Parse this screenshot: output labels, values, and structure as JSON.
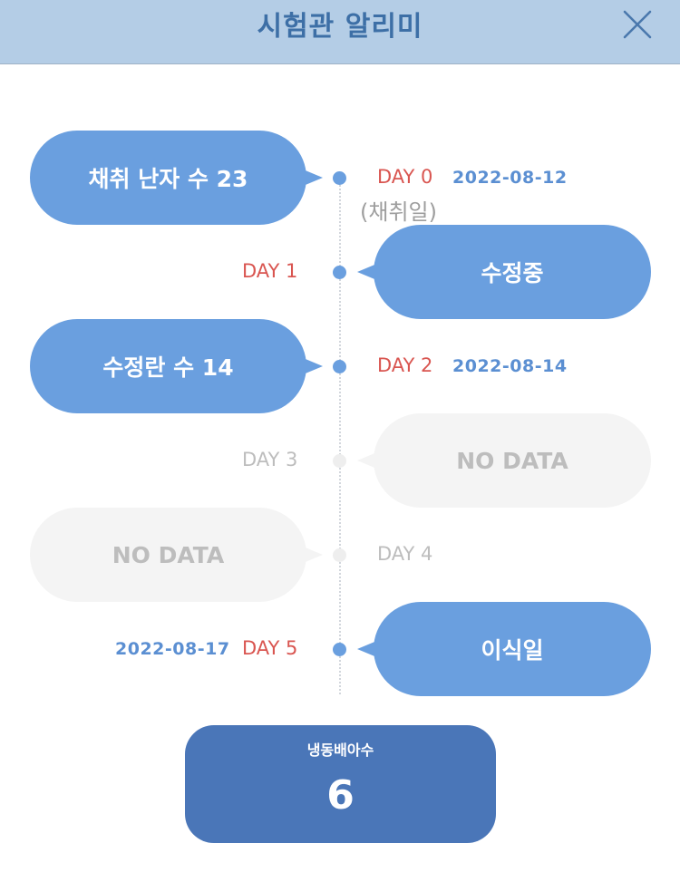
{
  "header": {
    "title": "시험관 알리미"
  },
  "timeline": {
    "day0": {
      "bubble": "채취 난자 수 23",
      "day": "DAY 0",
      "date": "2022-08-12",
      "sub": "(채취일)"
    },
    "day1": {
      "bubble": "수정중",
      "day": "DAY 1"
    },
    "day2": {
      "bubble": "수정란 수 14",
      "day": "DAY 2",
      "date": "2022-08-14"
    },
    "day3": {
      "bubble": "NO DATA",
      "day": "DAY 3"
    },
    "day4": {
      "bubble": "NO DATA",
      "day": "DAY 4"
    },
    "day5": {
      "bubble": "이식일",
      "day": "DAY 5",
      "date": "2022-08-17"
    }
  },
  "frozen": {
    "title": "냉동배아수",
    "value": "6"
  },
  "colors": {
    "header_bg": "#b4cde6",
    "title": "#3d6fa6",
    "bubble": "#6a9fdf",
    "nodata_bubble": "#f4f4f4",
    "day": "#d95550",
    "date": "#5b8fd2",
    "frozen_card": "#4a76b8"
  }
}
